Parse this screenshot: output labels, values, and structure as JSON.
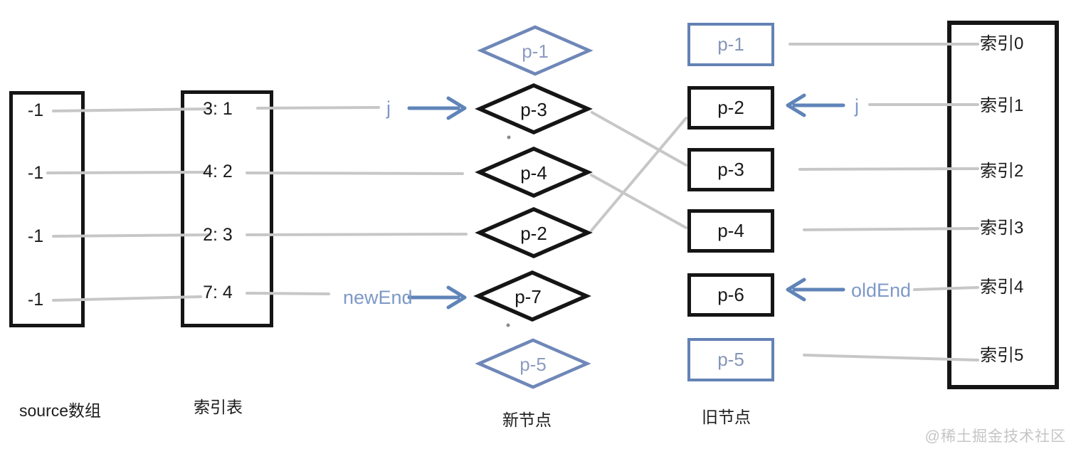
{
  "source_array": {
    "label": "source数组",
    "values": [
      "-1",
      "-1",
      "-1",
      "-1"
    ]
  },
  "index_table": {
    "label": "索引表",
    "entries": [
      "3: 1",
      "4: 2",
      "2: 3",
      "7: 4"
    ]
  },
  "new_nodes": {
    "label": "新节点",
    "items": [
      {
        "id": "p-1",
        "variant": "blue"
      },
      {
        "id": "p-3",
        "variant": "black"
      },
      {
        "id": "p-4",
        "variant": "black"
      },
      {
        "id": "p-2",
        "variant": "black"
      },
      {
        "id": "p-7",
        "variant": "black"
      },
      {
        "id": "p-5",
        "variant": "blue"
      }
    ]
  },
  "old_nodes": {
    "label": "旧节点",
    "items": [
      {
        "id": "p-1",
        "variant": "blue"
      },
      {
        "id": "p-2",
        "variant": "black"
      },
      {
        "id": "p-3",
        "variant": "black"
      },
      {
        "id": "p-4",
        "variant": "black"
      },
      {
        "id": "p-6",
        "variant": "black"
      },
      {
        "id": "p-5",
        "variant": "blue"
      }
    ]
  },
  "index_column": {
    "labels": [
      "索引0",
      "索引1",
      "索引2",
      "索引3",
      "索引4",
      "索引5"
    ]
  },
  "pointers": {
    "new_j": "j",
    "new_end": "newEnd",
    "old_j": "j",
    "old_end": "oldEnd"
  },
  "watermark": "@稀土掘金技术社区",
  "colors": {
    "node_black": "#151515",
    "node_blue": "#6382b4",
    "blue_label_text": "#8c9cc0",
    "pointer_blue": "#5f84b8",
    "pointer_text_blue": "#7d99c7",
    "gray_line": "#c7c7c7",
    "watermark_gray": "#c5c5c5"
  }
}
